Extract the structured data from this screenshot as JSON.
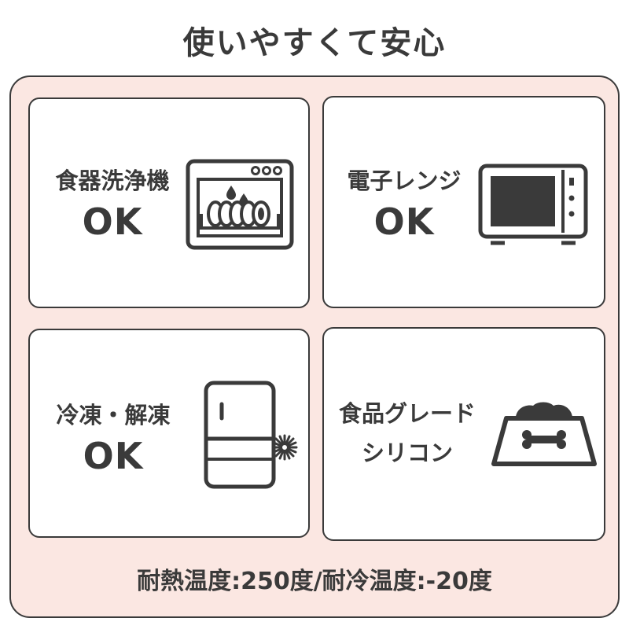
{
  "title": "使いやすくて安心",
  "cards": [
    {
      "label": "食器洗浄機",
      "value": "OK",
      "icon": "dishwasher-icon"
    },
    {
      "label": "電子レンジ",
      "value": "OK",
      "icon": "microwave-icon"
    },
    {
      "label": "冷凍・解凍",
      "value": "OK",
      "icon": "refrigerator-icon"
    },
    {
      "label_line1": "食品グレード",
      "label_line2": "シリコン",
      "icon": "pet-bowl-icon"
    }
  ],
  "footer": "耐熱温度:250度/耐冷温度:-20度",
  "colors": {
    "panel_bg": "#fbe7e2",
    "ink": "#3a3a3a",
    "card_bg": "#ffffff"
  }
}
